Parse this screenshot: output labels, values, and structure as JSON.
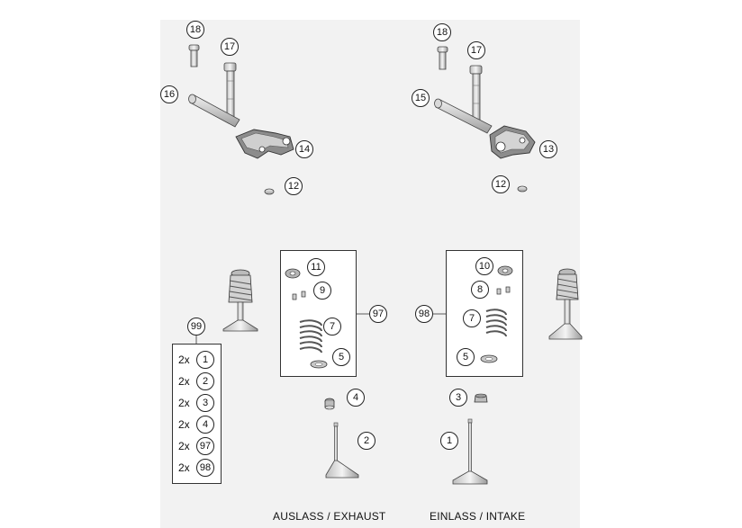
{
  "callouts": {
    "c18a": "18",
    "c17a": "17",
    "c16": "16",
    "c14": "14",
    "c12a": "12",
    "c18b": "18",
    "c17b": "17",
    "c15": "15",
    "c13": "13",
    "c12b": "12",
    "c11": "11",
    "c9": "9",
    "c7a": "7",
    "c5a": "5",
    "c97": "97",
    "c10": "10",
    "c8": "8",
    "c7b": "7",
    "c5b": "5",
    "c98": "98",
    "c4": "4",
    "c2": "2",
    "c3": "3",
    "c1": "1",
    "c99": "99"
  },
  "kit_99": {
    "rows": [
      {
        "qty": "2x",
        "part": "1"
      },
      {
        "qty": "2x",
        "part": "2"
      },
      {
        "qty": "2x",
        "part": "3"
      },
      {
        "qty": "2x",
        "part": "4"
      },
      {
        "qty": "2x",
        "part": "97"
      },
      {
        "qty": "2x",
        "part": "98"
      }
    ]
  },
  "captions": {
    "exhaust": "AUSLASS / EXHAUST",
    "intake": "EINLASS / INTAKE"
  },
  "colors": {
    "line": "#333333",
    "part_fill": "#e6e6e6",
    "part_shade": "#a8a8a8",
    "sheet": "#f2f2f2"
  }
}
